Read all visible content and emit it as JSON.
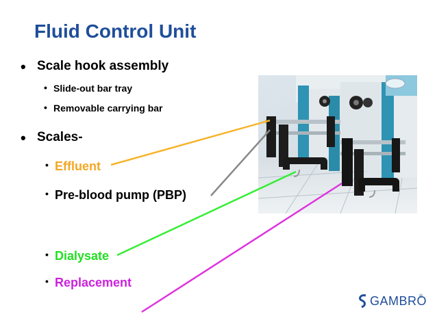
{
  "slide": {
    "title": "Fluid Control Unit",
    "bullet_char": "•",
    "items": [
      {
        "label": "Scale hook assembly"
      },
      {
        "label": "Slide-out bar tray"
      },
      {
        "label": "Removable carrying bar"
      },
      {
        "label": "Scales-"
      },
      {
        "label": "Effluent",
        "color": "#f5a623"
      },
      {
        "label": "Pre-blood pump (PBP)",
        "color": "#000000"
      },
      {
        "label": "Dialysate",
        "color": "#22e022"
      },
      {
        "label": "Replacement",
        "color": "#cc22dd"
      }
    ],
    "pointer_colors": {
      "effluent": "#f7b32b",
      "pbp": "#888888",
      "dialysate": "#33ee33",
      "replacement": "#dd33dd"
    }
  },
  "logo": {
    "text": "GAMBRO",
    "mark": "®",
    "color": "#1f4e9a"
  }
}
